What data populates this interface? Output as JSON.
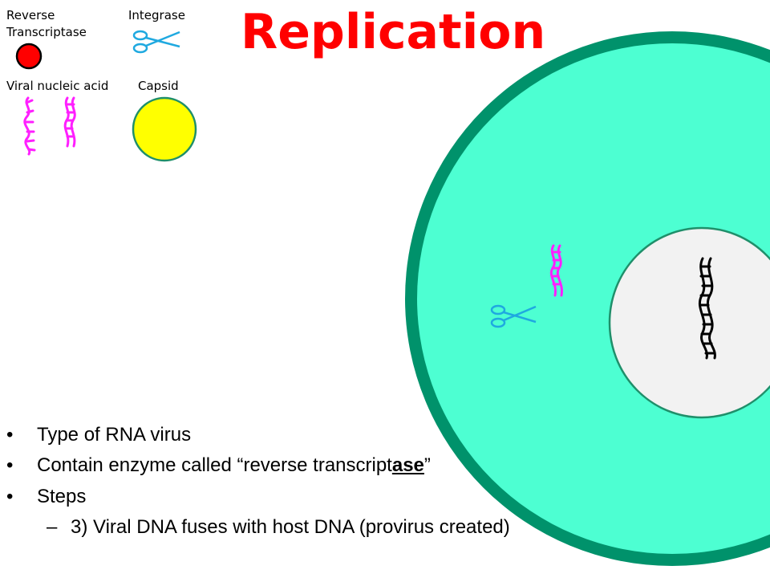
{
  "slide": {
    "title": "Replication"
  },
  "legend": {
    "reverse_transcriptase_line1": "Reverse",
    "reverse_transcriptase_line2": "Transcriptase",
    "integrase": "Integrase",
    "viral_nucleic_acid": "Viral nucleic acid",
    "capsid": "Capsid"
  },
  "bullets": {
    "marker": "•",
    "sub_marker": "–",
    "item1": "Type of RNA virus",
    "item2_prefix": "Contain enzyme called “reverse transcript",
    "item2_emphasis": "ase",
    "item2_suffix": "”",
    "item3": "Steps",
    "sub1": "3) Viral DNA fuses with host DNA (provirus created)"
  },
  "colors": {
    "title": "#ff0000",
    "reverse_transcriptase": "#ff0000",
    "integrase": "#1fa9e0",
    "viral_nucleic_acid": "#ff1fff",
    "capsid_fill": "#ffff00",
    "capsid_border": "#1f8f6a",
    "cell_membrane": "#00926b",
    "cytoplasm": "#4dffd2",
    "nucleus": "#f2f2f2",
    "host_dna": "#000000"
  }
}
